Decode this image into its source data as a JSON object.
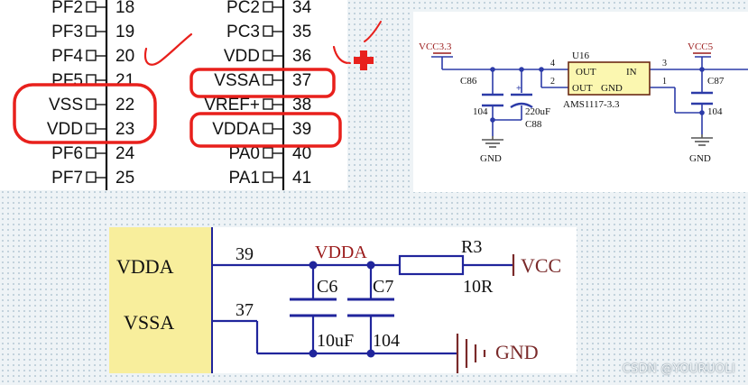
{
  "pinout": {
    "left_pins": [
      {
        "name": "PF2",
        "num": "18"
      },
      {
        "name": "PF3",
        "num": "19"
      },
      {
        "name": "PF4",
        "num": "20"
      },
      {
        "name": "PF5",
        "num": "21"
      },
      {
        "name": "VSS",
        "num": "22"
      },
      {
        "name": "VDD",
        "num": "23"
      },
      {
        "name": "PF6",
        "num": "24"
      },
      {
        "name": "PF7",
        "num": "25"
      }
    ],
    "right_pins": [
      {
        "name": "PC2",
        "num": "34"
      },
      {
        "name": "PC3",
        "num": "35"
      },
      {
        "name": "VDD",
        "num": "36"
      },
      {
        "name": "VSSA",
        "num": "37"
      },
      {
        "name": "VREF+",
        "num": "38"
      },
      {
        "name": "VDDA",
        "num": "39"
      },
      {
        "name": "PA0",
        "num": "40"
      },
      {
        "name": "PA1",
        "num": "41"
      }
    ],
    "highlight_color": "#e8201c"
  },
  "regulator": {
    "vin_label": "VCC3.3",
    "vout_label": "VCC5",
    "ref": "U16",
    "part": "AMS1117-3.3",
    "pin_out": "OUT",
    "pin_in": "IN",
    "pin_out2": "OUT",
    "pin_gnd": "GND",
    "pin4": "4",
    "pin2": "2",
    "pin3": "3",
    "pin1": "1",
    "cap_left": "C86",
    "cap_left_val": "104",
    "cap_tant": "C88",
    "cap_tant_val": "220uF",
    "cap_right": "C87",
    "cap_right_val": "104",
    "gnd_left": "GND",
    "gnd_right": "GND",
    "plus": "+",
    "chip_fill": "#fbf7b0",
    "wire_color": "#2c3ba8",
    "label_color": "#9a1a1a"
  },
  "vdda_circuit": {
    "pin_top_label": "VDDA",
    "pin_bottom_label": "VSSA",
    "pin_top_num": "39",
    "pin_bottom_num": "37",
    "net_label": "VDDA",
    "cap1": "C6",
    "cap1_val": "10uF",
    "cap2": "C7",
    "cap2_val": "104",
    "resistor": "R3",
    "resistor_val": "10R",
    "vcc": "VCC",
    "gnd": "GND",
    "block_fill": "#f8ee9c",
    "wire_color": "#20259c",
    "label_color": "#9a1a1a"
  },
  "watermark": "CSDN @YOURUOLI"
}
